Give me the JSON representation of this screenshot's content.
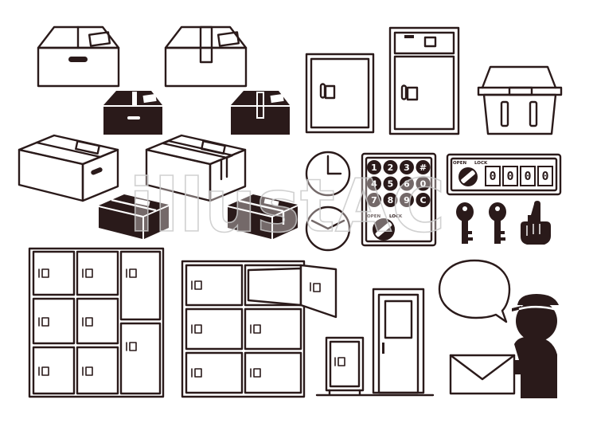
{
  "watermark": "illustAC",
  "colors": {
    "ink": "#2a1a1a",
    "paper": "#ffffff",
    "watermark": "#c9c9c9"
  },
  "keypad": {
    "keys": [
      "1",
      "2",
      "3",
      "#",
      "4",
      "5",
      "6",
      "0",
      "7",
      "8",
      "9",
      "C"
    ],
    "open_label": "OPEN",
    "lock_label": "LOCK"
  },
  "dial_lock": {
    "open_label": "OPEN",
    "lock_label": "LOCK",
    "digits": [
      "0",
      "0",
      "0",
      "0"
    ]
  },
  "clocks": [
    {
      "name": "clock-three",
      "hour": 3,
      "minute": 0
    },
    {
      "name": "clock-ten-ten",
      "hour": 10,
      "minute": 10
    }
  ],
  "icons": [
    "open-box-icon",
    "taped-box-icon",
    "dark-box-icon",
    "lying-box-icon",
    "safe-icon",
    "tall-locker-icon",
    "basket-icon",
    "key-icon",
    "pointing-hand-icon",
    "locker-bank-icon",
    "speech-bubble-icon",
    "delivery-person-icon",
    "envelope-icon",
    "door-icon"
  ]
}
